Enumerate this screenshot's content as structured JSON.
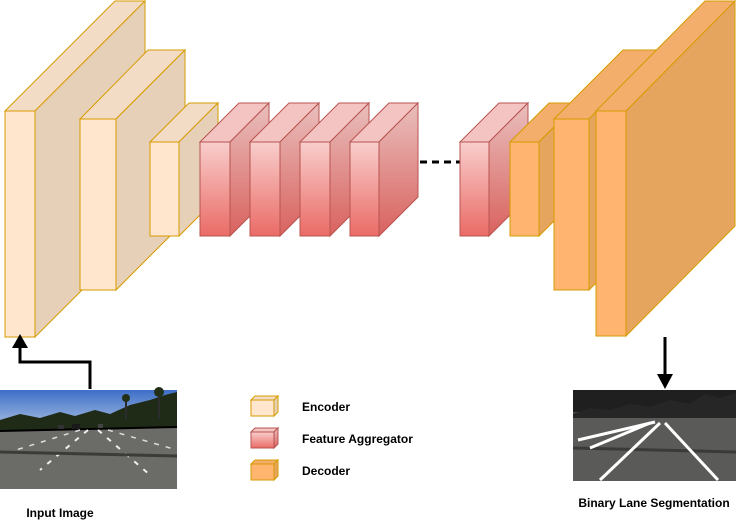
{
  "captions": {
    "input": "Input Image",
    "output": "Binary Lane Segmentation"
  },
  "legend": [
    {
      "label": "Encoder",
      "color": "#FFE6CC"
    },
    {
      "label": "Feature Aggregator",
      "color": "#EA6B66"
    },
    {
      "label": "Decoder",
      "color": "#FFB570"
    }
  ],
  "colors": {
    "encoder_front": "#FFE6CC",
    "encoder_side": "#E6D0B8",
    "encoder_stroke": "#D79B00",
    "aggregator_top": "#F8CECC",
    "aggregator_bottom": "#EA6B66",
    "aggregator_stroke": "#B85450",
    "decoder_front": "#FFB570",
    "decoder_side": "#E6A55E",
    "decoder_stroke": "#D79B00"
  },
  "icons": {
    "connector": "dashed-ellipsis",
    "input_arrow": "arrow-up-icon",
    "output_arrow": "arrow-down-icon"
  }
}
